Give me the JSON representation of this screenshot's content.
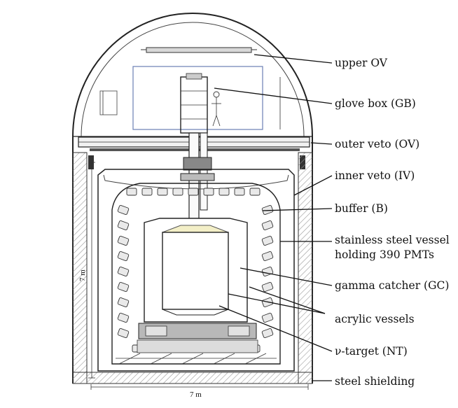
{
  "labels": {
    "upper_ov": "upper OV",
    "glove_box": "glove box (GB)",
    "outer_veto": "outer veto (OV)",
    "inner_veto": "inner veto (IV)",
    "buffer": "buffer (B)",
    "ssv_line1": "stainless steel vessel",
    "ssv_line2": "holding 390 PMTs",
    "gamma_catcher": "gamma catcher (GC)",
    "acrylic_vessels": "acrylic vessels",
    "nu_target": "ν-target (NT)",
    "steel_shielding": "steel shielding"
  },
  "dimensions": {
    "height": "7 m",
    "width": "7 m"
  },
  "colors": {
    "target_top_fill": "#f3efc7",
    "shielding_hatch": "#9a9a9a",
    "glovebox_frame": "#6a7fb5",
    "pmt_fill": "#e9e9e9"
  }
}
